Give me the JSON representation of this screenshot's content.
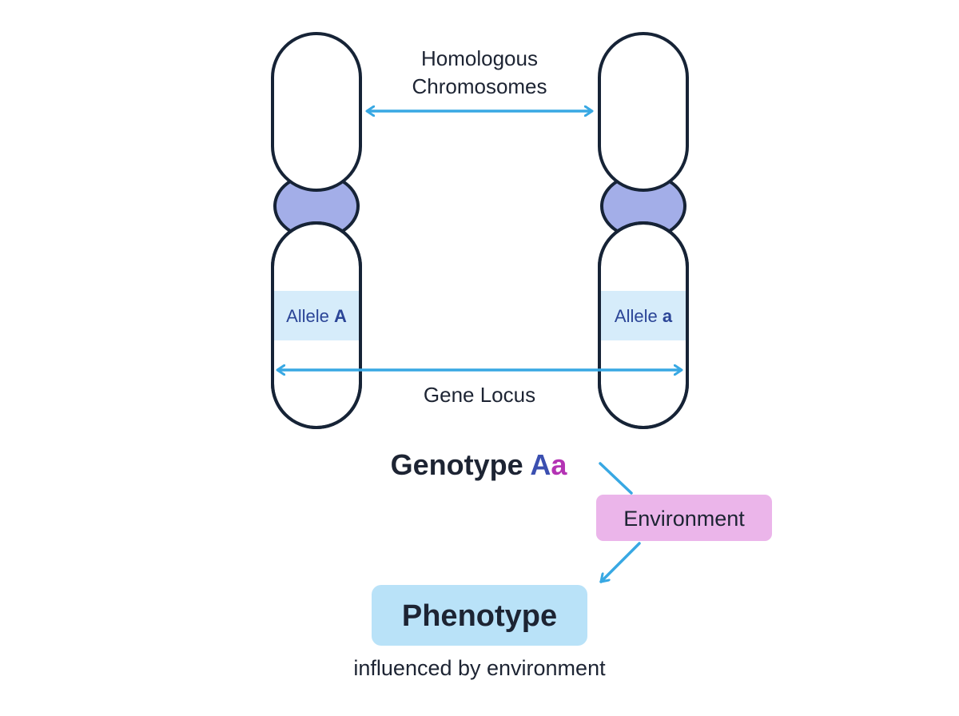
{
  "labels": {
    "homologous_line1": "Homologous",
    "homologous_line2": "Chromosomes",
    "allele_left_prefix": "Allele ",
    "allele_left_letter": "A",
    "allele_right_prefix": "Allele ",
    "allele_right_letter": "a",
    "gene_locus": "Gene Locus",
    "genotype_prefix": "Genotype ",
    "genotype_dominant": "A",
    "genotype_recessive": "a",
    "environment": "Environment",
    "phenotype": "Phenotype",
    "phenotype_note": "influenced by environment"
  },
  "colors": {
    "outline": "#162336",
    "centromere": "#a3aee8",
    "allele_band": "#d6ecfa",
    "allele_text": "#2b4597",
    "arrow": "#38a8e3",
    "text": "#1d2433",
    "genotype_dominant": "#3b4fb0",
    "genotype_recessive": "#b433b4",
    "environment_box": "#ebb5ea",
    "phenotype_box": "#b9e2f8"
  }
}
